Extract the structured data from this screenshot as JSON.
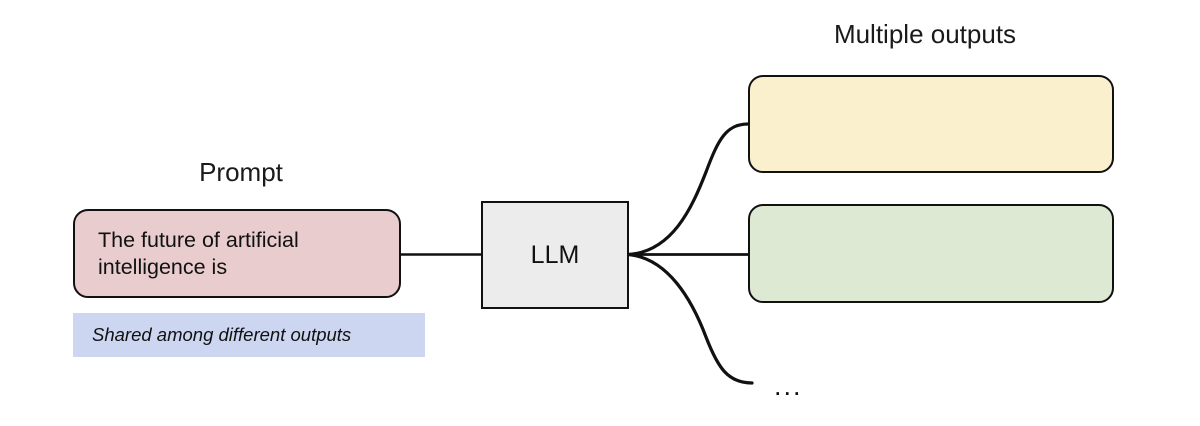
{
  "diagram": {
    "title_left": "Prompt",
    "title_right": "Multiple outputs",
    "prompt": {
      "text": "The future of artificial\nintelligence is",
      "color": "#e9ccce"
    },
    "model": {
      "label": "LLM",
      "color": "#ececec"
    },
    "outputs": [
      {
        "text": "",
        "color": "#faf0cd"
      },
      {
        "text": "",
        "color": "#dde9d2"
      }
    ],
    "ellipsis": "...",
    "shared_note": {
      "text": "Shared among different outputs",
      "color": "#ccd6f0"
    },
    "edge_color": "#111111"
  }
}
